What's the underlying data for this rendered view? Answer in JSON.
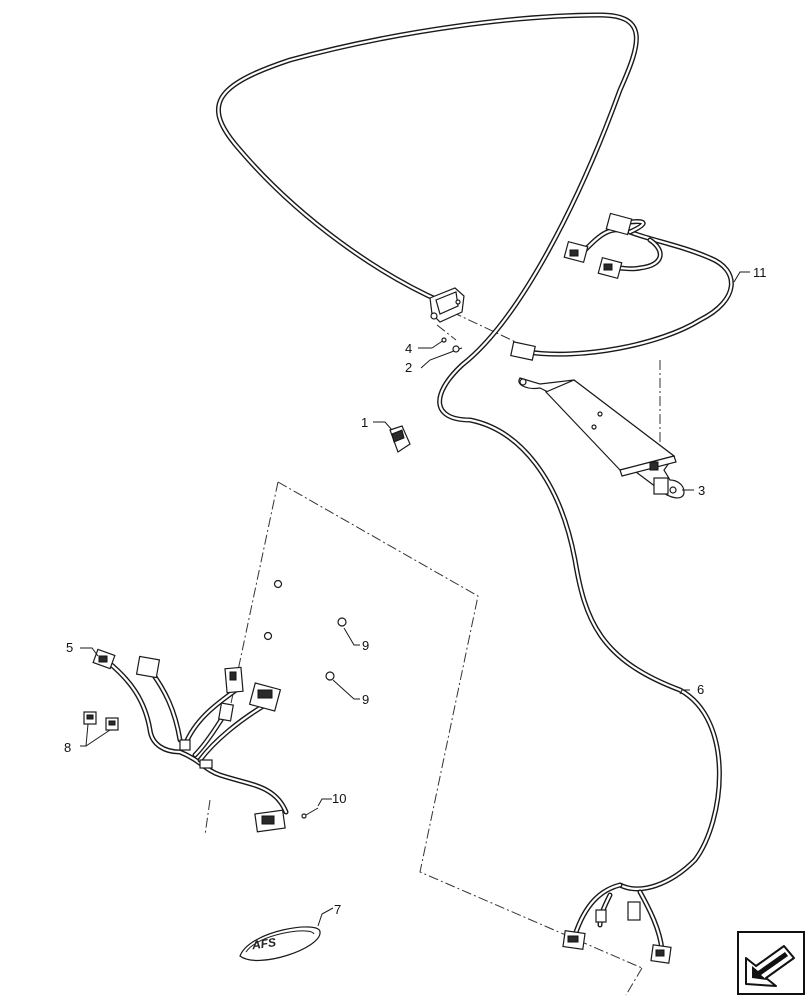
{
  "callouts": {
    "c1": "1",
    "c2": "2",
    "c3": "3",
    "c4": "4",
    "c5": "5",
    "c6": "6",
    "c7": "7",
    "c8": "8",
    "c9a": "9",
    "c9b": "9",
    "c10": "10",
    "c11": "11"
  },
  "decal_text": "AFS",
  "icons": {
    "corner": "arrow-icon"
  }
}
